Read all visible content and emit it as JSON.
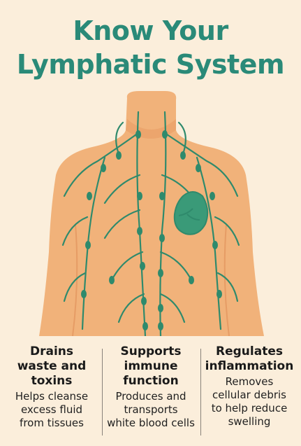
{
  "title": {
    "line1": "Know Your",
    "line2": "Lymphatic System"
  },
  "colors": {
    "background": "#fbeedb",
    "title": "#2a8a78",
    "skin": "#f1b27a",
    "skin_shade": "#e89a62",
    "vessel": "#2f8a6c",
    "organ": "#3a9a78"
  },
  "panels": [
    {
      "heading": [
        "Drains",
        "waste and",
        "toxins"
      ],
      "body": [
        "Helps cleanse",
        "excess fluid",
        "from tissues"
      ]
    },
    {
      "heading": [
        "Supports",
        "immune",
        "function"
      ],
      "body": [
        "Produces and",
        "transports",
        "white blood cells"
      ]
    },
    {
      "heading": [
        "Regulates",
        "inflammation"
      ],
      "body": [
        "Removes",
        "cellular debris",
        "to help reduce",
        "swelling"
      ]
    }
  ]
}
